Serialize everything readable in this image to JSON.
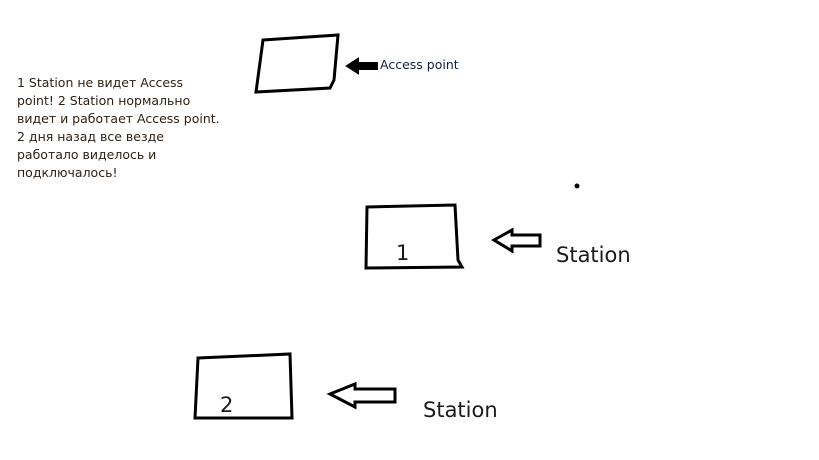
{
  "note": {
    "lines": [
      "1 Station не видет Access",
      "point! 2 Station нормально",
      "видет и работает Access point.",
      "2 дня назад все везде",
      "работало виделось и",
      "подключалось!"
    ]
  },
  "access_point": {
    "label": "Access point"
  },
  "station1": {
    "number": "1",
    "label": "Station"
  },
  "station2": {
    "number": "2",
    "label": "Station"
  }
}
